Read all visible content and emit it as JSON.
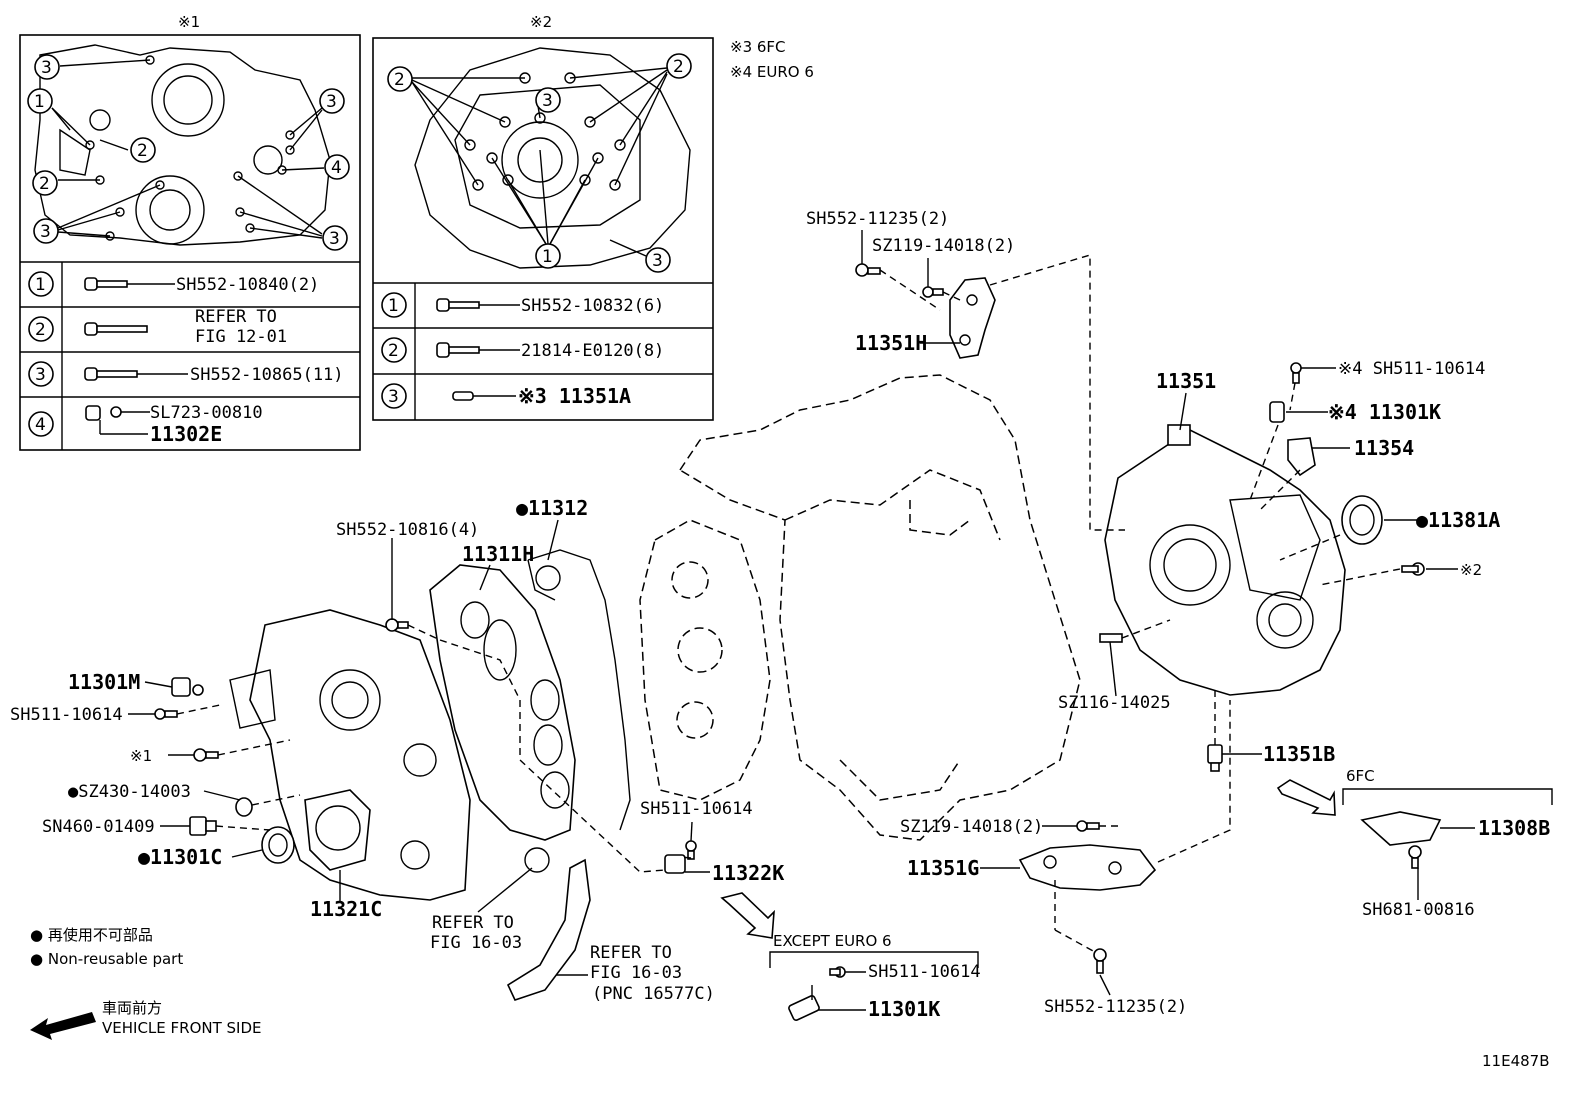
{
  "inset1": {
    "mark": "※1",
    "rows": [
      {
        "num": "1",
        "label": "SH552-10840(2)"
      },
      {
        "num": "2",
        "label": "REFER TO",
        "label2": "FIG 12-01"
      },
      {
        "num": "3",
        "label": "SH552-10865(11)"
      },
      {
        "num": "4",
        "label": "SL723-00810",
        "label2": "11302E"
      }
    ]
  },
  "inset2": {
    "mark": "※2",
    "rows": [
      {
        "num": "1",
        "label": "SH552-10832(6)"
      },
      {
        "num": "2",
        "label": "21814-E0120(8)"
      },
      {
        "num": "3",
        "label": "※3 11351A"
      }
    ]
  },
  "notes": {
    "note3": "※3 6FC",
    "note4": "※4 EURO 6"
  },
  "parts": {
    "p11351": "11351",
    "sh511_top": "※4 SH511-10614",
    "p11301k_top": "※4 11301K",
    "p11354": "11354",
    "p11381a": "●11381A",
    "mark2": "※2",
    "sh552_11235_top": "SH552-11235(2)",
    "sz119_top": "SZ119-14018(2)",
    "p11351h": "11351H",
    "p11312": "●11312",
    "sh552_10816": "SH552-10816(4)",
    "p11311h": "11311H",
    "p11301m": "11301M",
    "sh511_left": "SH511-10614",
    "mark1": "※1",
    "sz430": "●SZ430-14003",
    "sn460": "SN460-01409",
    "p11301c": "●11301C",
    "p11321c": "11321C",
    "refer1a": "REFER TO",
    "refer1b": "FIG 16-03",
    "refer2a": "REFER TO",
    "refer2b": "FIG 16-03",
    "refer2c": "(PNC 16577C)",
    "sh511_mid": "SH511-10614",
    "p11322k": "11322K",
    "except_euro6": "EXCEPT EURO 6",
    "sh511_bottom": "SH511-10614",
    "p11301k_bottom": "11301K",
    "sz116": "SZ116-14025",
    "p11351b": "11351B",
    "sz119_bottom": "SZ119-14018(2)",
    "p11351g": "11351G",
    "sh552_11235_bottom": "SH552-11235(2)",
    "label_6fc": "6FC",
    "p11308b": "11308B",
    "sh681": "SH681-00816"
  },
  "legend": {
    "jp_nonreusable": "● 再使用不可部品",
    "en_nonreusable": "● Non-reusable part",
    "jp_front": "車両前方",
    "en_front": "VEHICLE FRONT SIDE"
  },
  "figure_code": "11E487B"
}
